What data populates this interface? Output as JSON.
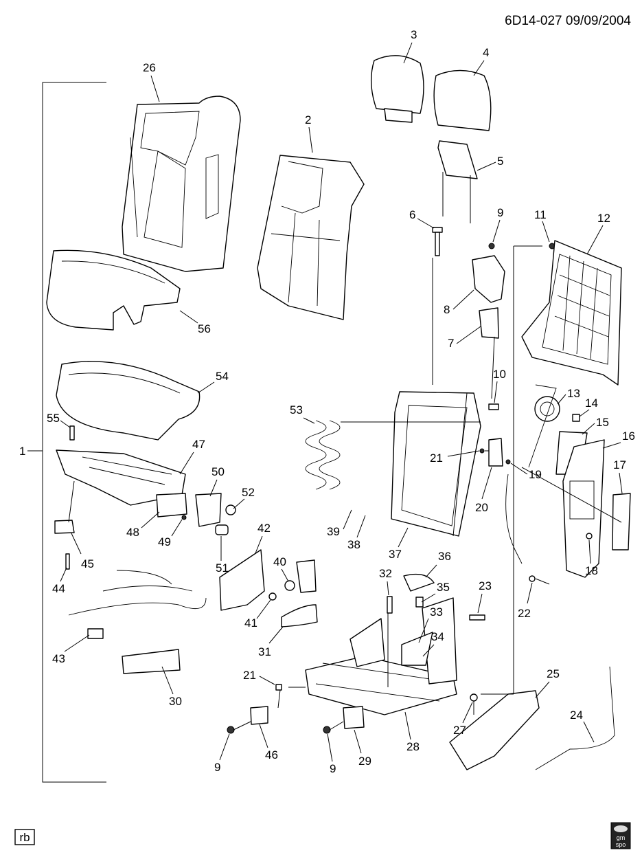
{
  "header": {
    "code": "6D14-027  09/09/2004"
  },
  "footer": {
    "rb_label": "rb",
    "logo_text": [
      "gm",
      "spo"
    ]
  },
  "callouts": [
    "1",
    "2",
    "3",
    "4",
    "5",
    "6",
    "7",
    "8",
    "9",
    "9",
    "9",
    "10",
    "11",
    "12",
    "13",
    "14",
    "15",
    "16",
    "17",
    "18",
    "19",
    "20",
    "21",
    "21",
    "22",
    "23",
    "24",
    "25",
    "26",
    "27",
    "28",
    "29",
    "30",
    "31",
    "32",
    "33",
    "34",
    "35",
    "36",
    "37",
    "38",
    "39",
    "40",
    "41",
    "42",
    "43",
    "44",
    "45",
    "46",
    "47",
    "48",
    "49",
    "50",
    "51",
    "52",
    "53",
    "54",
    "55",
    "56"
  ]
}
